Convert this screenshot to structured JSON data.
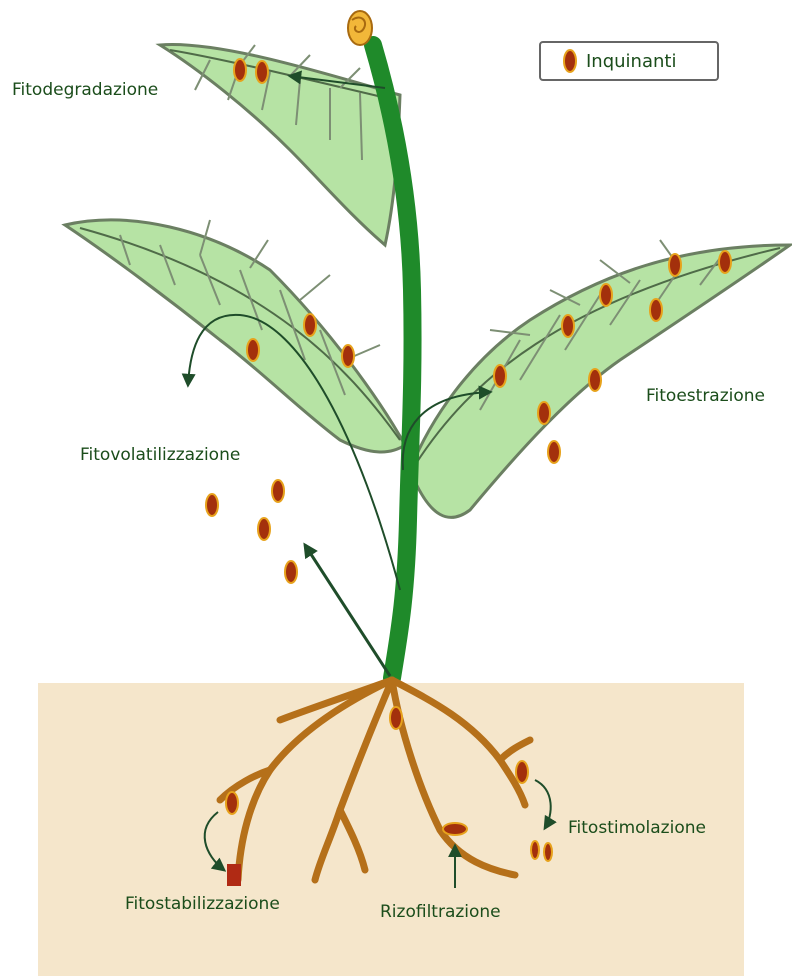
{
  "diagram": {
    "legend": {
      "label": "Inquinanti"
    },
    "labels": {
      "fitodegradazione": "Fitodegradazione",
      "fitoestrazione": "Fitoestrazione",
      "fitovolatilizzazione": "Fitovolatilizzazione",
      "fitostimolazione": "Fitostimolazione",
      "fitostabilizzazione": "Fitostabilizzazione",
      "rizofiltrazione": "Rizofiltrazione"
    },
    "colors": {
      "soil": "#f5e6cb",
      "stem": "#1f8a2a",
      "leaf": "#b6e3a4",
      "leaf_edge": "#6b7f62",
      "root": "#b5701a",
      "pollutant": "#a3300c",
      "pollutant_ring": "#e7a21c",
      "arrow": "#1f4d2a",
      "label": "#1b4d1b"
    }
  }
}
